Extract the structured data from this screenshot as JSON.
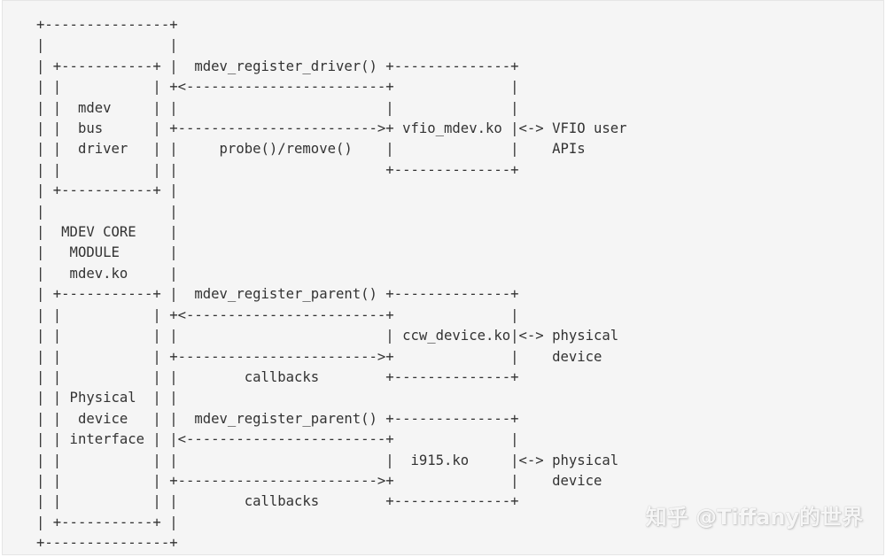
{
  "diagram": {
    "ascii_lines": [
      "+---------------+",
      "|               |",
      "| +-----------+ |  mdev_register_driver() +--------------+",
      "| |           | +<------------------------+              |",
      "| |  mdev     | |                         |              |",
      "| |  bus      | +------------------------>+ vfio_mdev.ko |<-> VFIO user",
      "| |  driver   | |     probe()/remove()    |              |    APIs",
      "| |           | |                         +--------------+",
      "| +-----------+ |",
      "|               |",
      "|  MDEV CORE    |",
      "|   MODULE      |",
      "|   mdev.ko     |",
      "| +-----------+ |  mdev_register_parent() +--------------+",
      "| |           | +<------------------------+              |",
      "| |           | |                         | ccw_device.ko|<-> physical",
      "| |           | +------------------------>+              |    device",
      "| |           | |        callbacks        +--------------+",
      "| | Physical  | |",
      "| |  device   | |  mdev_register_parent() +--------------+",
      "| | interface | |<------------------------+              |",
      "| |           | |                         |  i915.ko     |<-> physical",
      "| |           | +------------------------>+              |    device",
      "| |           | |        callbacks        +--------------+",
      "| +-----------+ |",
      "+---------------+"
    ]
  },
  "watermark": {
    "text": "知乎 @Tiffany的世界"
  }
}
